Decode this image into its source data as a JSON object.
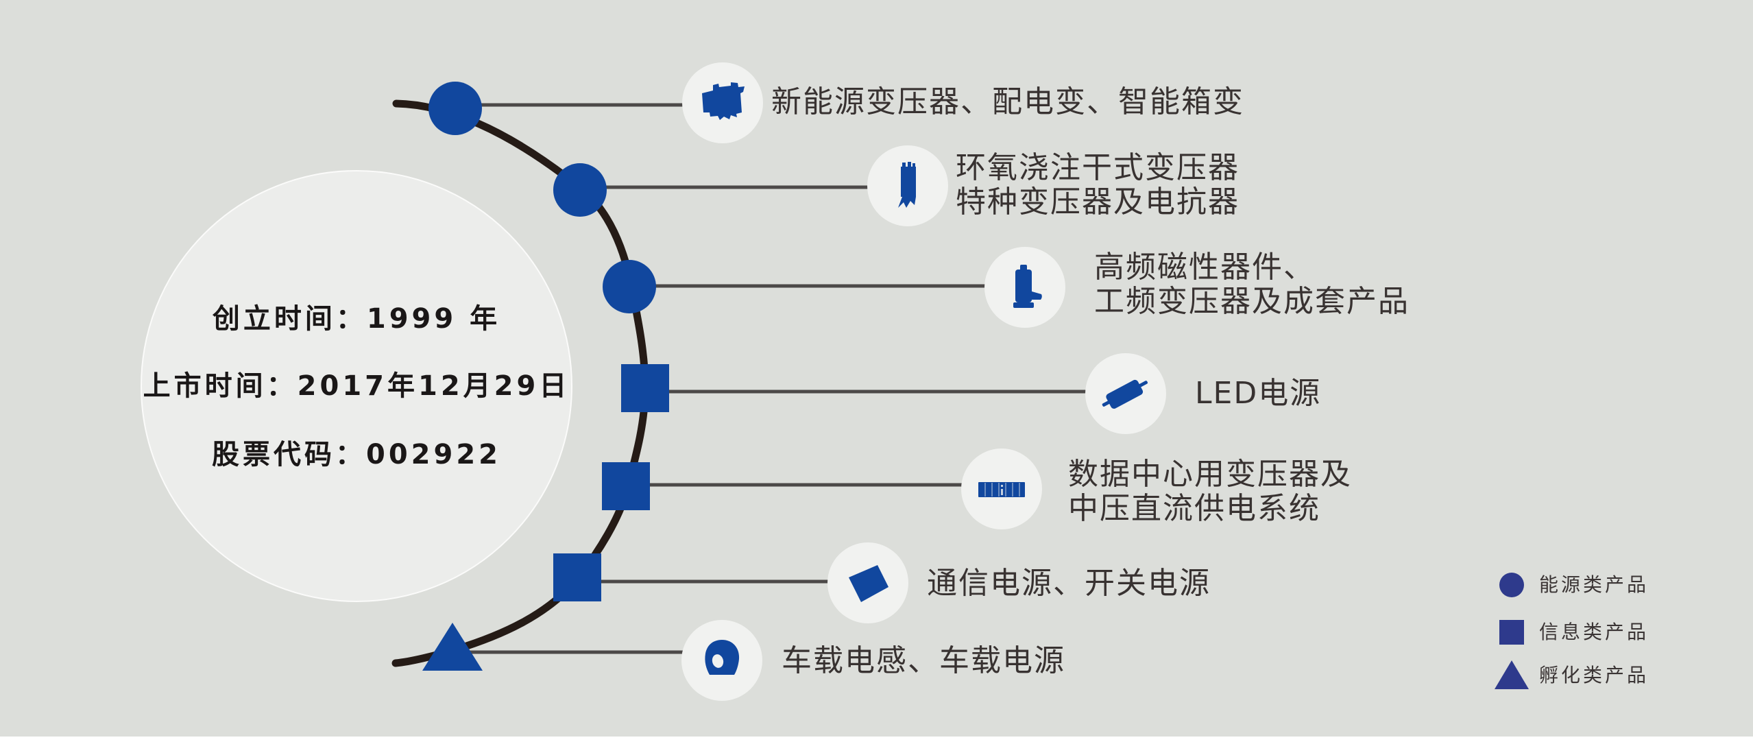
{
  "info_circle": {
    "lines": [
      "创立时间：1999 年",
      "上市时间：2017年12月29日",
      "股票代码：002922"
    ],
    "founded_year": "1999",
    "listed_date": "2017年12月29日",
    "stock_code": "002922"
  },
  "timeline": {
    "rows": [
      {
        "shape": "circle",
        "category": "能源类产品",
        "icon": "box-transformer-icon",
        "lines": [
          "新能源变压器、配电变、智能箱变"
        ]
      },
      {
        "shape": "circle",
        "category": "能源类产品",
        "icon": "dry-type-transformer-icon",
        "lines": [
          "环氧浇注干式变压器",
          "特种变压器及电抗器"
        ]
      },
      {
        "shape": "circle",
        "category": "能源类产品",
        "icon": "high-frequency-transformer-icon",
        "lines": [
          "高频磁性器件、",
          "工频变压器及成套产品"
        ]
      },
      {
        "shape": "square",
        "category": "信息类产品",
        "icon": "led-driver-icon",
        "lines": [
          "LED电源"
        ]
      },
      {
        "shape": "square",
        "category": "信息类产品",
        "icon": "server-rack-icon",
        "lines": [
          "数据中心用变压器及",
          "中压直流供电系统"
        ]
      },
      {
        "shape": "square",
        "category": "信息类产品",
        "icon": "power-module-icon",
        "lines": [
          "通信电源、开关电源"
        ]
      },
      {
        "shape": "triangle",
        "category": "孵化类产品",
        "icon": "toroid-inductor-icon",
        "lines": [
          "车载电感、车载电源"
        ]
      }
    ]
  },
  "legend": {
    "items": [
      {
        "shape": "circle",
        "label": "能源类产品"
      },
      {
        "shape": "square",
        "label": "信息类产品"
      },
      {
        "shape": "triangle",
        "label": "孵化类产品"
      }
    ]
  },
  "colors": {
    "background": "#dcdeda",
    "node_blue": "#11479e",
    "legend_blue": "#2e3a8c",
    "arc": "#251b16",
    "connector_line": "#4c4948",
    "text": "#383231",
    "info_circle_fill": "#ecedeb",
    "icon_circle_fill": "#f1f2f0"
  }
}
